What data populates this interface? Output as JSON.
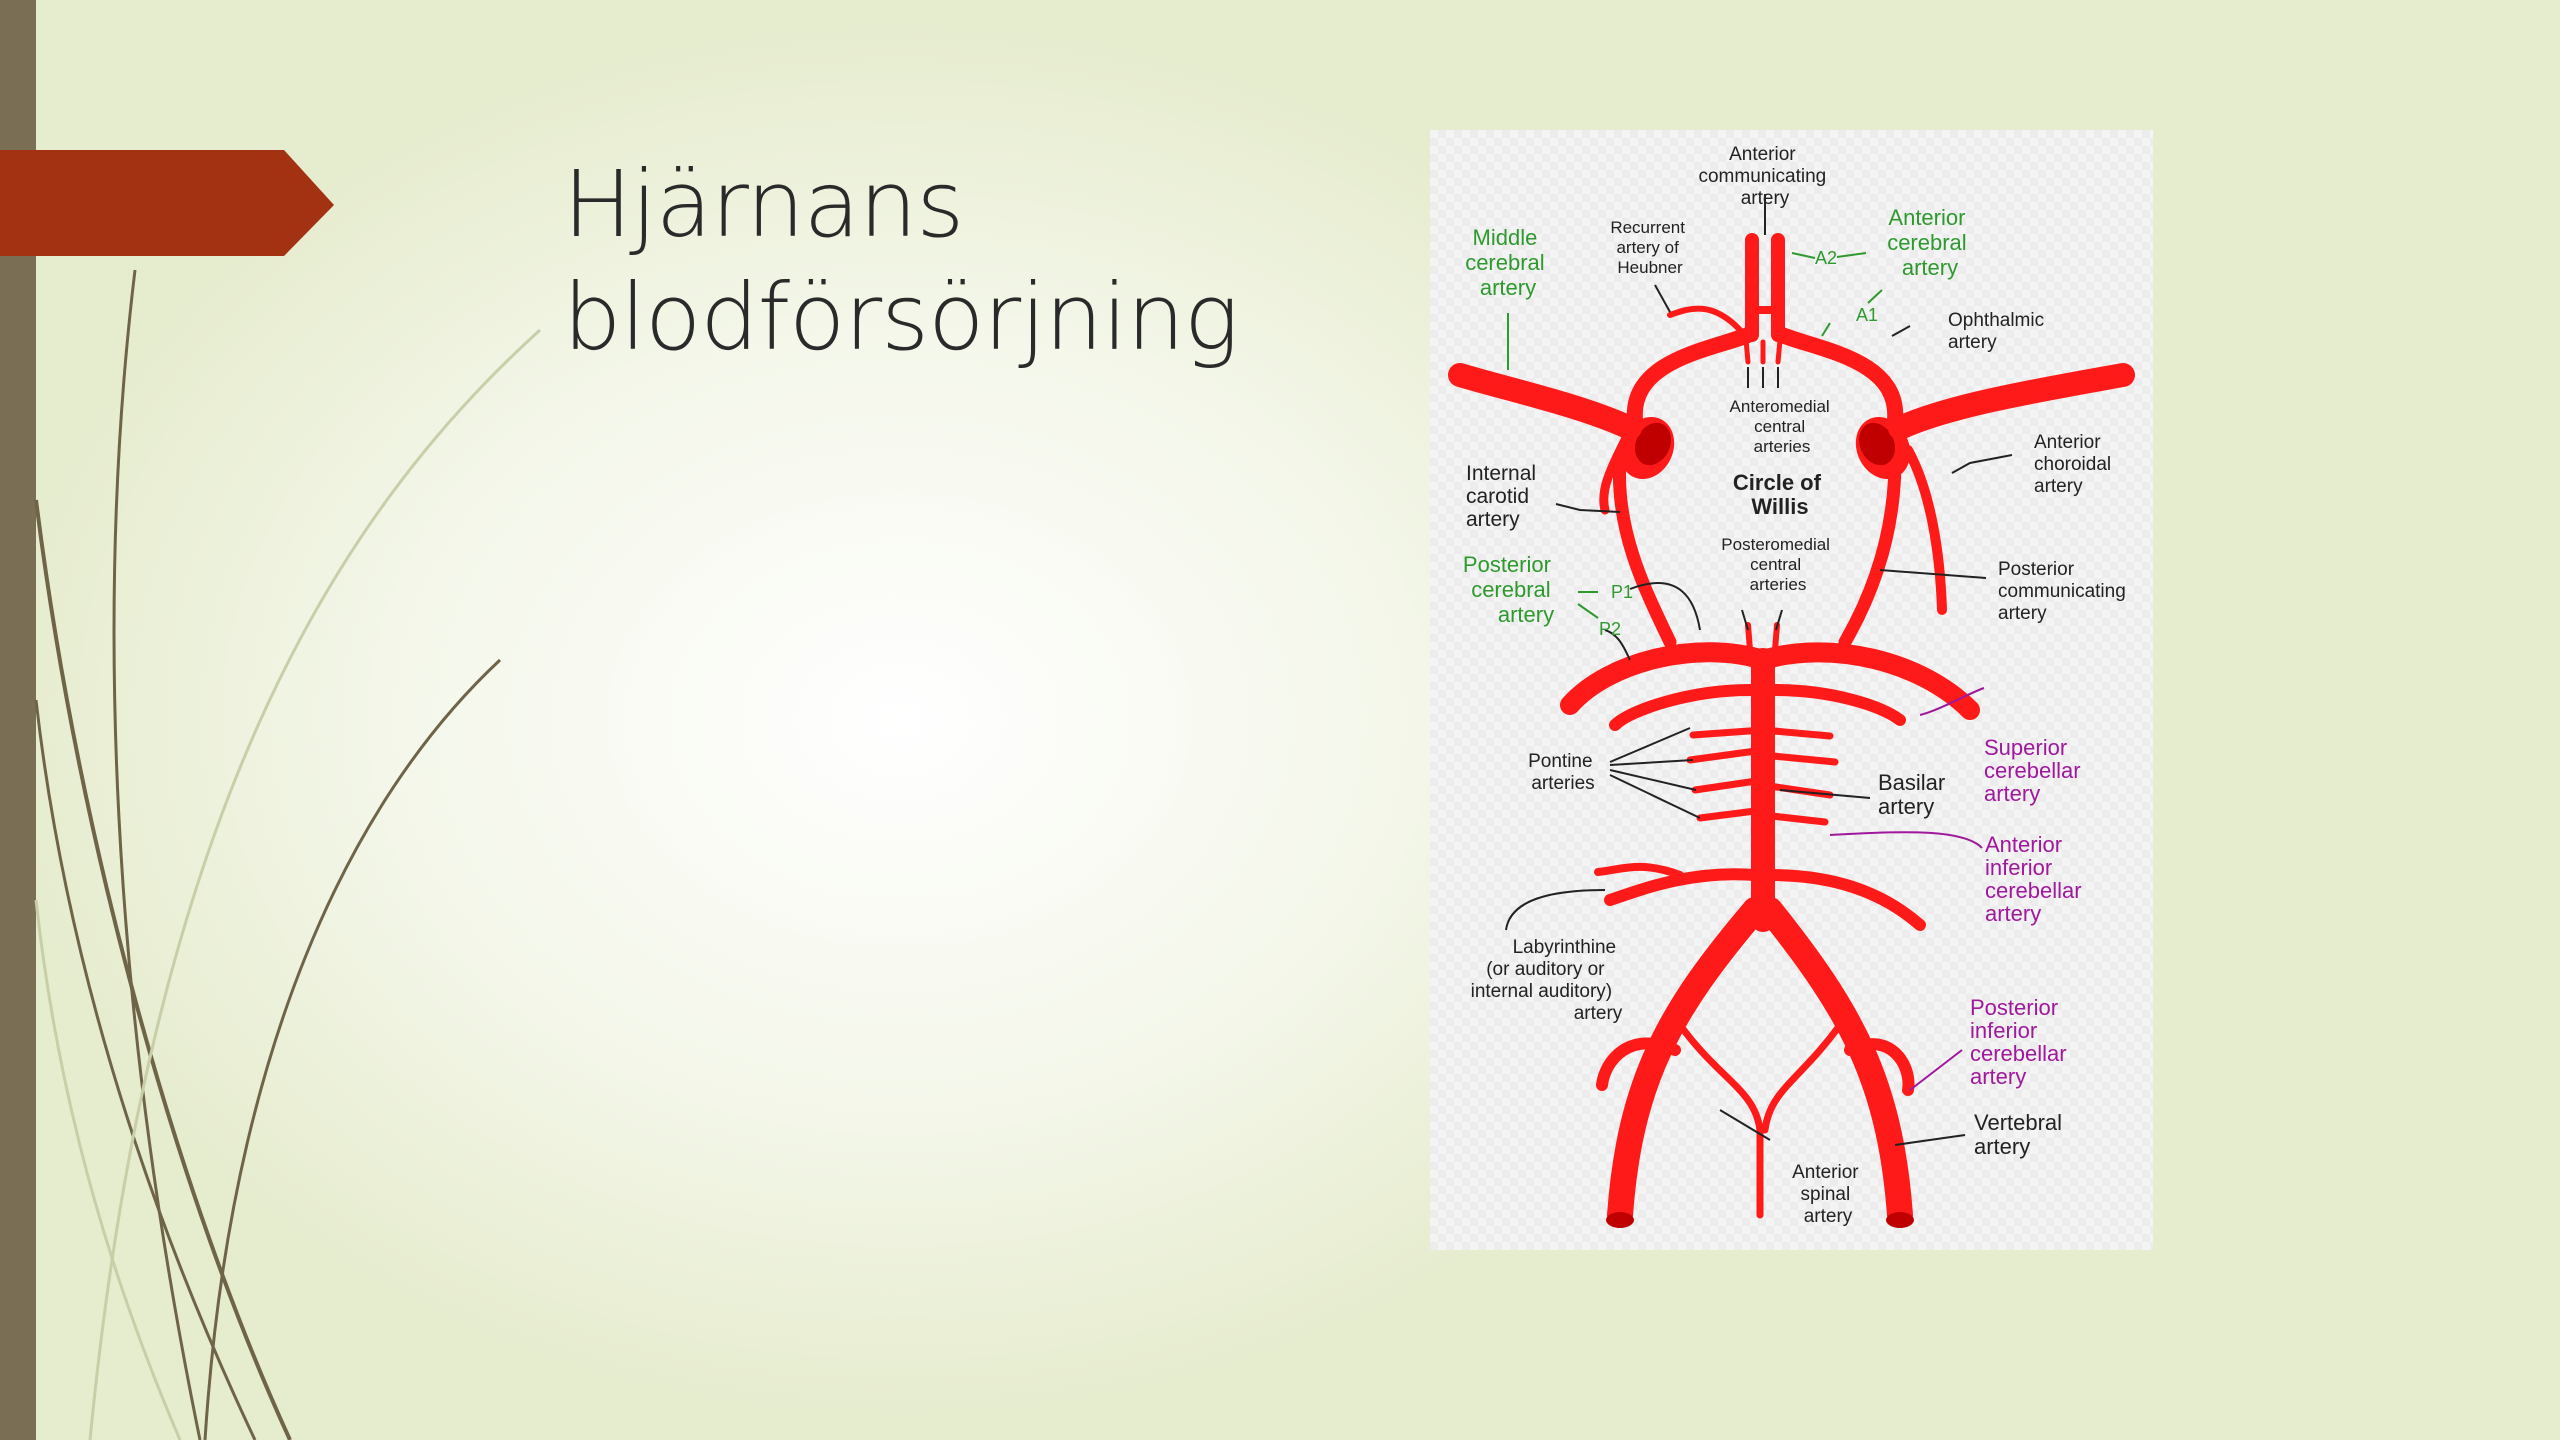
{
  "slide": {
    "title_line1": "Hjärnans",
    "title_line2": "blodförsörjning"
  },
  "colors": {
    "accent_arrow": "#a33212",
    "left_bar": "#7a6e55",
    "artery_red": "#ff1a1a",
    "label_green": "#2e9a2e",
    "label_purple": "#a0189c"
  },
  "diagram": {
    "anterior_communicating": [
      "Anterior",
      "communicating",
      "artery"
    ],
    "recurrent_heubner": [
      "Recurrent",
      "artery of",
      "Heubner"
    ],
    "middle_cerebral": [
      "Middle",
      "cerebral",
      "artery"
    ],
    "anterior_cerebral": [
      "Anterior",
      "cerebral",
      "artery"
    ],
    "a2": "A2",
    "a1": "A1",
    "ophthalmic": [
      "Ophthalmic",
      "artery"
    ],
    "anteromedial_central": [
      "Anteromedial",
      "central",
      "arteries"
    ],
    "anterior_choroidal": [
      "Anterior",
      "choroidal",
      "artery"
    ],
    "internal_carotid": [
      "Internal",
      "carotid",
      "artery"
    ],
    "circle_of_willis": [
      "Circle of",
      "Willis"
    ],
    "posteromedial_central": [
      "Posteromedial",
      "central",
      "arteries"
    ],
    "posterior_cerebral": [
      "Posterior",
      "cerebral",
      "artery"
    ],
    "p1": "P1",
    "p2": "P2",
    "posterior_communicating": [
      "Posterior",
      "communicating",
      "artery"
    ],
    "superior_cerebellar": [
      "Superior",
      "cerebellar",
      "artery"
    ],
    "pontine": [
      "Pontine",
      "arteries"
    ],
    "basilar": [
      "Basilar",
      "artery"
    ],
    "anterior_inferior_cerebellar": [
      "Anterior",
      "inferior",
      "cerebellar",
      "artery"
    ],
    "labyrinthine": [
      "Labyrinthine",
      "(or auditory or",
      "internal auditory)",
      "artery"
    ],
    "posterior_inferior_cerebellar": [
      "Posterior",
      "inferior",
      "cerebellar",
      "artery"
    ],
    "vertebral": [
      "Vertebral",
      "artery"
    ],
    "anterior_spinal": [
      "Anterior",
      "spinal",
      "artery"
    ]
  }
}
